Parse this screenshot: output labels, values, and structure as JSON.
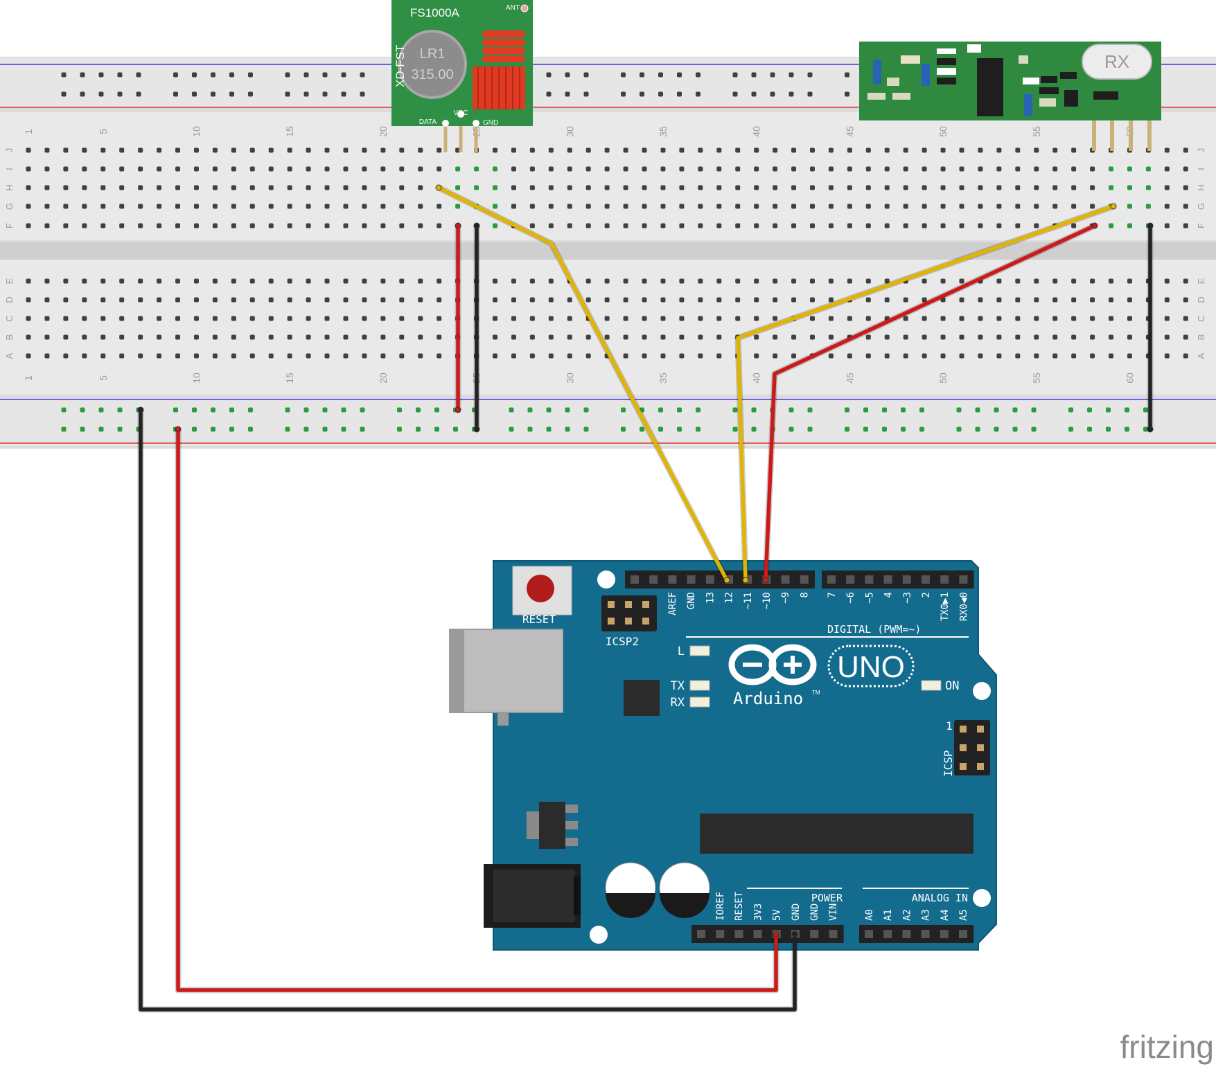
{
  "breadboard": {
    "column_numbers": [
      "1",
      "5",
      "10",
      "15",
      "20",
      "25",
      "30",
      "35",
      "40",
      "45",
      "50",
      "55",
      "60"
    ],
    "row_letters_top": [
      "J",
      "I",
      "H",
      "G",
      "F"
    ],
    "row_letters_bottom": [
      "E",
      "D",
      "C",
      "B",
      "A"
    ]
  },
  "transmitter": {
    "title": "FS1000A",
    "side_label": "XD-FST",
    "resonator_line1": "LR1",
    "resonator_line2": "315.00",
    "ant_label": "ANT",
    "pin_data": "DATA",
    "pin_vcc": "VCC",
    "pin_gnd": "GND"
  },
  "receiver": {
    "label": "RX"
  },
  "arduino": {
    "reset_label": "RESET",
    "icsp2_label": "ICSP2",
    "icsp_label": "ICSP",
    "icsp_pin1": "1",
    "led_l": "L",
    "led_tx": "TX",
    "led_rx": "RX",
    "led_on": "ON",
    "logo_uno": "UNO",
    "logo_name": "Arduino",
    "logo_tm": "TM",
    "digital_label": "DIGITAL (PWM=~)",
    "power_label": "POWER",
    "analog_label": "ANALOG IN",
    "top_pins_left": [
      "AREF",
      "GND",
      "13",
      "12",
      "~11",
      "~10",
      "~9",
      "8"
    ],
    "top_pins_right": [
      "7",
      "~6",
      "~5",
      "4",
      "~3",
      "2",
      "TX0▶1",
      "RX0◀0"
    ],
    "power_pins": [
      "IOREF",
      "RESET",
      "3V3",
      "5V",
      "GND",
      "GND",
      "VIN"
    ],
    "analog_pins": [
      "A0",
      "A1",
      "A2",
      "A3",
      "A4",
      "A5"
    ]
  },
  "wire_colors": {
    "power": "#cc1a1a",
    "ground": "#222222",
    "data": "#e0b400"
  },
  "watermark": "fritzing"
}
